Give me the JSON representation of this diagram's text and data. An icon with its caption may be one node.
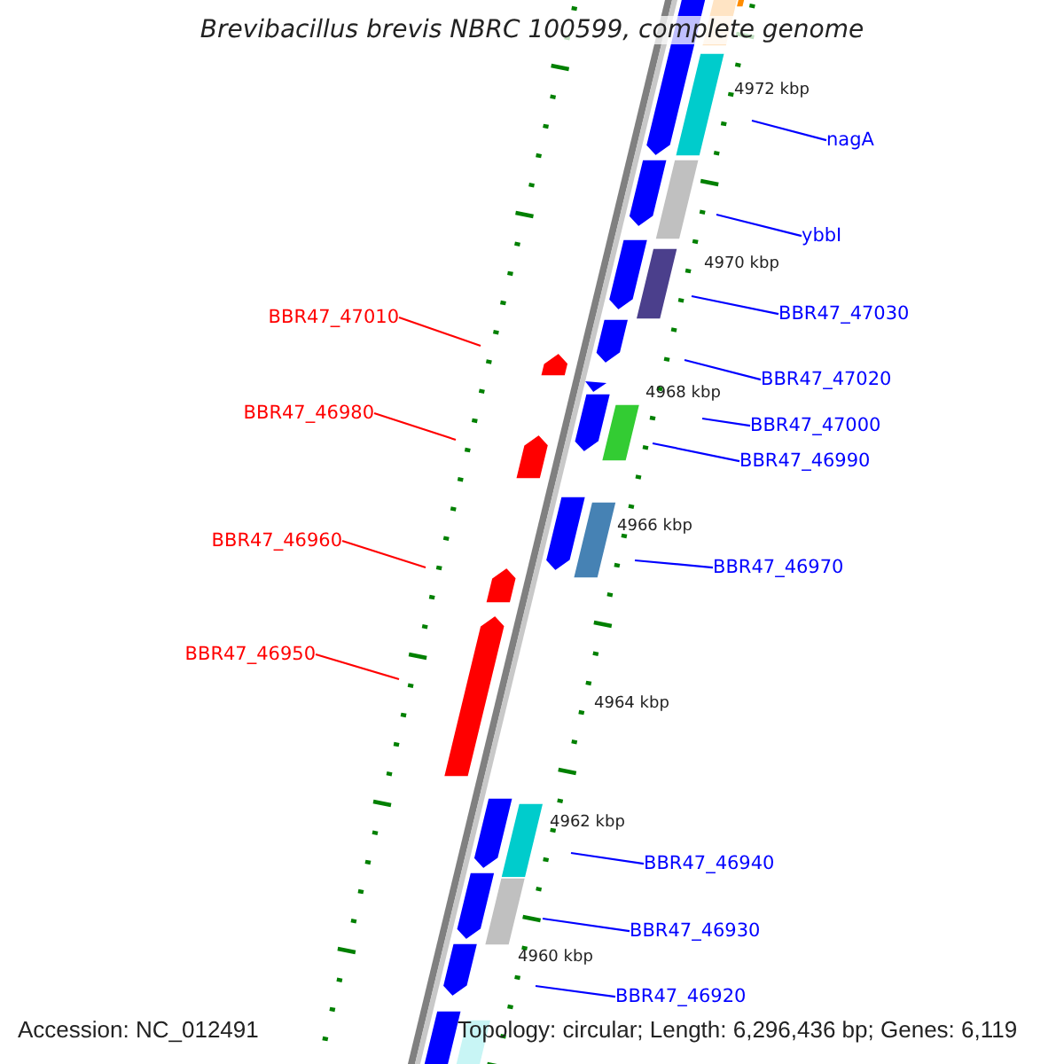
{
  "diagram": {
    "title": "Brevibacillus brevis NBRC 100599, complete genome",
    "nodes": [
      {
        "text": [
          "nagA"
        ]
      },
      {
        "text": [
          "ybbI"
        ]
      },
      {
        "text": [
          "BBR47_47030"
        ]
      },
      {
        "text": [
          "BBR47_47010"
        ]
      },
      {
        "text": [
          "BBR47_47020"
        ]
      },
      {
        "text": [
          "BBR47_46980"
        ]
      },
      {
        "text": [
          "BBR47_47000"
        ]
      },
      {
        "text": [
          "BBR47_46990"
        ]
      },
      {
        "text": [
          "BBR47_46960"
        ]
      },
      {
        "text": [
          "BBR47_46970"
        ]
      },
      {
        "text": [
          "BBR47_46950"
        ]
      },
      {
        "text": [
          "BBR47_46940"
        ]
      },
      {
        "text": [
          "BBR47_46930"
        ]
      },
      {
        "text": [
          "BBR47_46920"
        ]
      }
    ],
    "edges": [
      {
        "from": 0,
        "to": null,
        "arrow": "none"
      },
      {
        "from": 1,
        "to": null,
        "arrow": "none"
      },
      {
        "from": 2,
        "to": null,
        "arrow": "none"
      },
      {
        "from": 3,
        "to": null,
        "arrow": "none",
        "color": "#ff0000"
      },
      {
        "from": 4,
        "to": null,
        "arrow": "none"
      },
      {
        "from": 5,
        "to": null,
        "arrow": "none",
        "color": "#ff0000"
      },
      {
        "from": 6,
        "to": null,
        "arrow": "none"
      },
      {
        "from": 7,
        "to": null,
        "arrow": "none"
      },
      {
        "from": 8,
        "to": null,
        "arrow": "none",
        "color": "#ff0000"
      },
      {
        "from": 9,
        "to": null,
        "arrow": "none"
      },
      {
        "from": 10,
        "to": null,
        "arrow": "none",
        "color": "#ff0000"
      },
      {
        "from": 11,
        "to": null,
        "arrow": "none"
      },
      {
        "from": 12,
        "to": null,
        "arrow": "none"
      },
      {
        "from": 13,
        "to": null,
        "arrow": "none"
      }
    ],
    "labels": [
      "4972 kbp",
      "4970 kbp",
      "4968 kbp",
      "4966 kbp",
      "4964 kbp",
      "4962 kbp",
      "4960 kbp",
      "Accession: NC_012491",
      "Topology: circular; Length: 6,296,436 bp; Genes: 6,119"
    ]
  }
}
